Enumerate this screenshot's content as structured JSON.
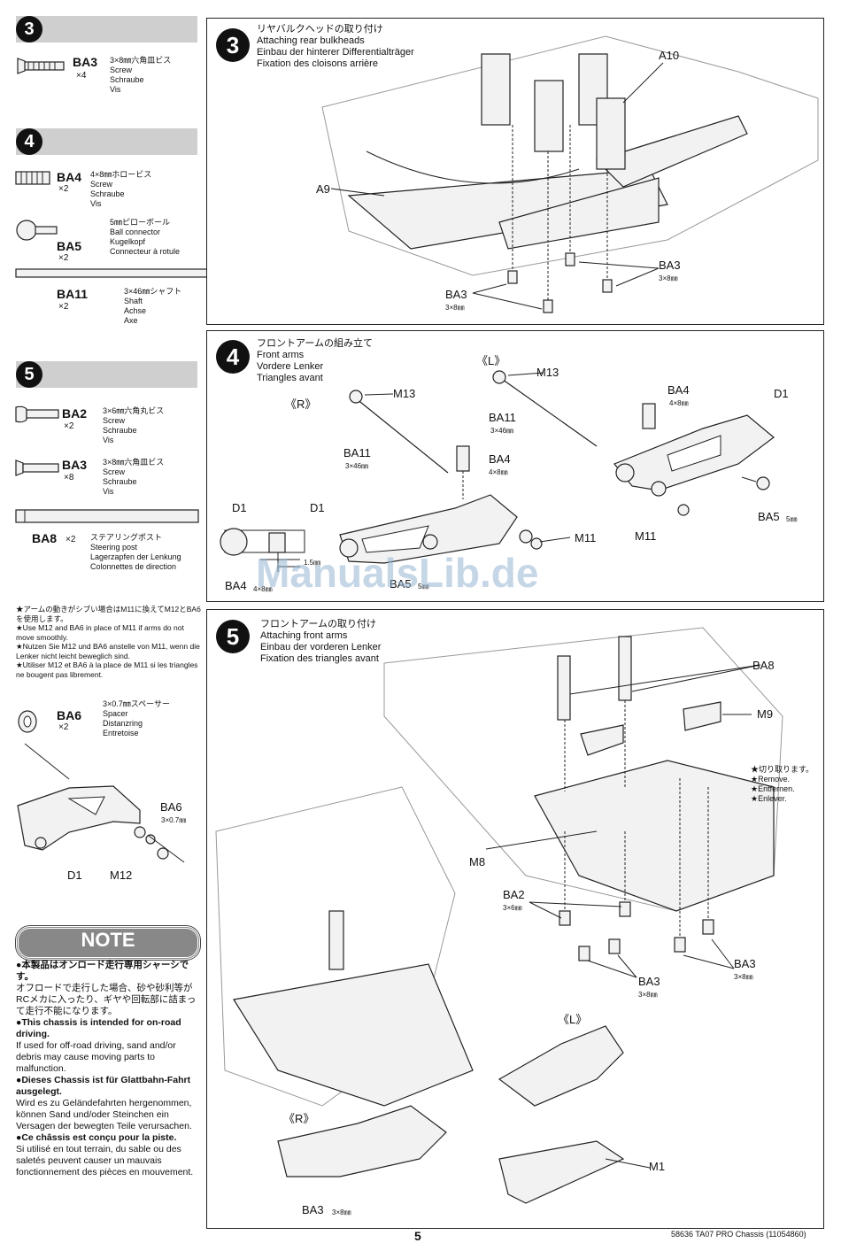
{
  "sidebar": {
    "step3": {
      "num": "3",
      "items": [
        {
          "code": "BA3",
          "qty": "×4",
          "desc": "3×8㎜六角皿ビス\nScrew\nSchraube\nVis"
        }
      ]
    },
    "step4": {
      "num": "4",
      "items": [
        {
          "code": "BA4",
          "qty": "×2",
          "desc": "4×8㎜ホロービス\nScrew\nSchraube\nVis"
        },
        {
          "code": "BA5",
          "qty": "×2",
          "desc": "5㎜ピローボール\nBall connector\nKugelkopf\nConnecteur à rotule"
        },
        {
          "code": "BA11",
          "qty": "×2",
          "desc": "3×46㎜シャフト\nShaft\nAchse\nAxe"
        }
      ]
    },
    "step5": {
      "num": "5",
      "items": [
        {
          "code": "BA2",
          "qty": "×2",
          "desc": "3×6㎜六角丸ビス\nScrew\nSchraube\nVis"
        },
        {
          "code": "BA3",
          "qty": "×8",
          "desc": "3×8㎜六角皿ビス\nScrew\nSchraube\nVis"
        },
        {
          "code": "BA8",
          "qty": "×2",
          "desc": "ステアリングポスト\nSteering post\nLagerzapfen der Lenkung\nColonnettes de direction"
        }
      ]
    },
    "tip": "★アームの動きがシブい場合はM11に換えてM12とBA6を使用します。\n★Use M12 and BA6 in place of M11 if arms do not move smoothly.\n★Nutzen Sie M12 und BA6 anstelle von M11, wenn die Lenker nicht leicht beweglich sind.\n★Utiliser M12 et BA6 à la place de M11 si les triangles ne bougent pas librement.",
    "spacer": {
      "code": "BA6",
      "qty": "×2",
      "desc": "3×0.7㎜スペーサー\nSpacer\nDistanzring\nEntretoise"
    },
    "spacer_diagram": {
      "ba6": "BA6",
      "ba6_size": "3×0.7㎜",
      "d1": "D1",
      "m12": "M12"
    },
    "note": {
      "title": "NOTE",
      "jp1": "●本製品はオンロード走行専用シャーシです。",
      "jp2": "オフロードで走行した場合、砂や砂利等がRCメカに入ったり、ギヤや回転部に詰まって走行不能になります。",
      "en_head": "●This chassis is intended for on-road driving.",
      "en_body": "If used for off-road driving, sand and/or debris may cause moving parts to malfunction.",
      "de_head": "●Dieses Chassis ist für Glattbahn-Fahrt ausgelegt.",
      "de_body": "Wird es zu Geländefahrten hergenommen, können Sand und/oder Steinchen ein Versagen der bewegten Teile verursachen.",
      "fr_head": "●Ce châssis est conçu pour la piste.",
      "fr_body": "Si utilisé en tout terrain, du sable ou des saletés peuvent causer un mauvais fonctionnement des pièces en mouvement."
    }
  },
  "panel3": {
    "num": "3",
    "title_jp": "リヤバルクヘッドの取り付け",
    "title_en": "Attaching rear bulkheads",
    "title_de": "Einbau der hinterer Differentialträger",
    "title_fr": "Fixation des cloisons arrière",
    "labels": {
      "a10": "A10",
      "a9": "A9",
      "ba3a": "BA3",
      "ba3a_size": "3×8㎜",
      "ba3b": "BA3",
      "ba3b_size": "3×8㎜"
    }
  },
  "panel4": {
    "num": "4",
    "title_jp": "フロントアームの組み立て",
    "title_en": "Front arms",
    "title_de": "Vordere Lenker",
    "title_fr": "Triangles avant",
    "labels": {
      "L": "《L》",
      "R": "《R》",
      "m13a": "M13",
      "m13b": "M13",
      "ba11a": "BA11",
      "ba11a_size": "3×46㎜",
      "ba11b": "BA11",
      "ba11b_size": "3×46㎜",
      "ba4a": "BA4",
      "ba4a_size": "4×8㎜",
      "ba4b": "BA4",
      "ba4b_size": "4×8㎜",
      "ba4c": "BA4",
      "ba4c_size": "4×8㎜",
      "d1a": "D1",
      "d1b": "D1",
      "d1c": "D1",
      "m11a": "M11",
      "m11b": "M11",
      "ba5a": "BA5",
      "ba5a_size": "5㎜",
      "ba5b": "BA5",
      "ba5b_size": "5㎜",
      "gap": "1.5㎜"
    }
  },
  "panel5": {
    "num": "5",
    "title_jp": "フロントアームの取り付け",
    "title_en": "Attaching front arms",
    "title_de": "Einbau der vorderen Lenker",
    "title_fr": "Fixation des triangles avant",
    "remove_note": "★切り取ります。\n★Remove.\n★Entfernen.\n★Enlever.",
    "labels": {
      "ba8": "BA8",
      "m9": "M9",
      "m8": "M8",
      "ba2": "BA2",
      "ba2_size": "3×6㎜",
      "ba3a": "BA3",
      "ba3a_size": "3×8㎜",
      "ba3b": "BA3",
      "ba3b_size": "3×8㎜",
      "ba3c": "BA3",
      "ba3c_size": "3×8㎜",
      "L": "《L》",
      "R": "《R》",
      "m1": "M1"
    }
  },
  "watermark": "ManualsLib.de",
  "footer": {
    "page": "5",
    "ref": "58636 TA07 PRO Chassis (11054860)"
  }
}
